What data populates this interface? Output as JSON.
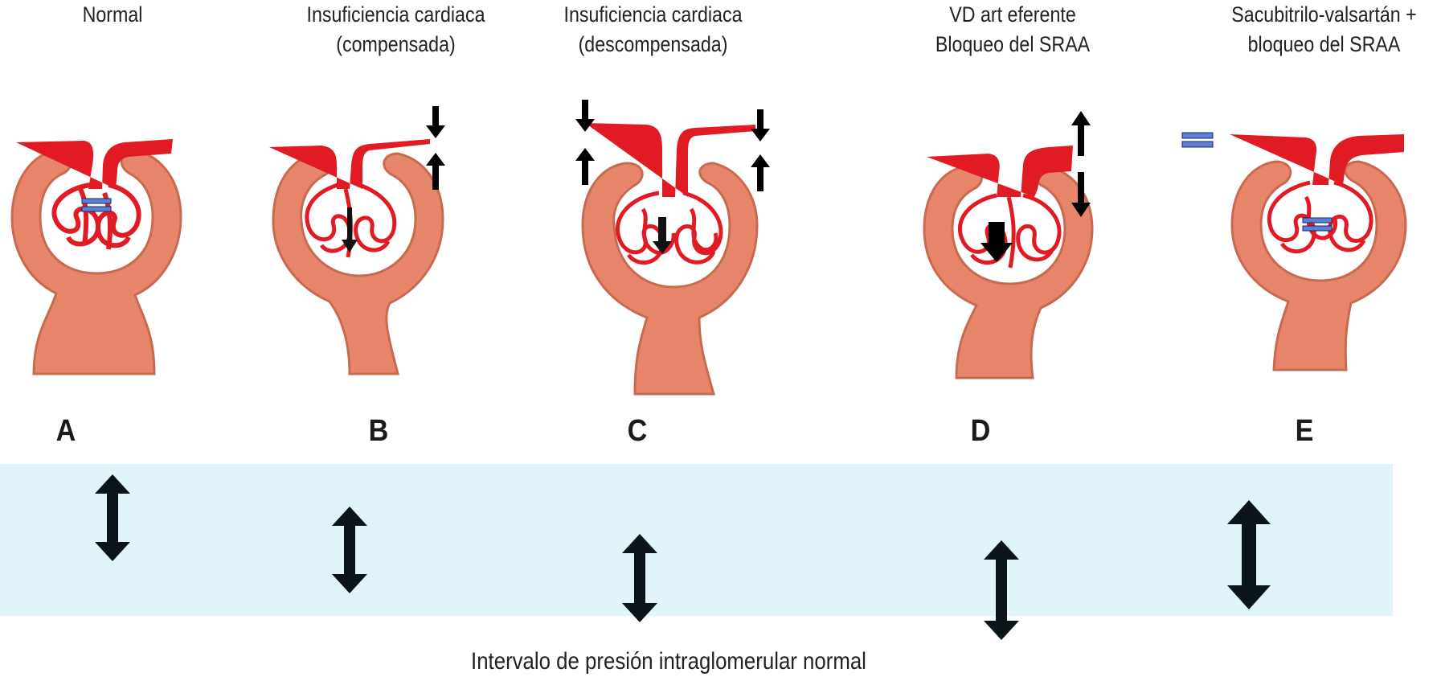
{
  "panels": [
    {
      "id": "A",
      "title_lines": [
        "Normal",
        ""
      ]
    },
    {
      "id": "B",
      "title_lines": [
        "Insuficiencia cardiaca",
        "(compensada)"
      ]
    },
    {
      "id": "C",
      "title_lines": [
        "Insuficiencia cardiaca",
        "(descompensada)"
      ]
    },
    {
      "id": "D",
      "title_lines": [
        "VD art eferente",
        "Bloqueo del SRAA"
      ]
    },
    {
      "id": "E",
      "title_lines": [
        "Sacubitrilo-valsartán +",
        "bloqueo del SRAA"
      ]
    }
  ],
  "band_label": "Intervalo de presión intraglomerular normal",
  "colors": {
    "capsule": "#e8866b",
    "capsule_edge": "#c86a50",
    "vessel": "#e01b24",
    "band": "#e1f4fa",
    "equal_sign": "#5b7fd6",
    "arrow": "#0b1418"
  }
}
